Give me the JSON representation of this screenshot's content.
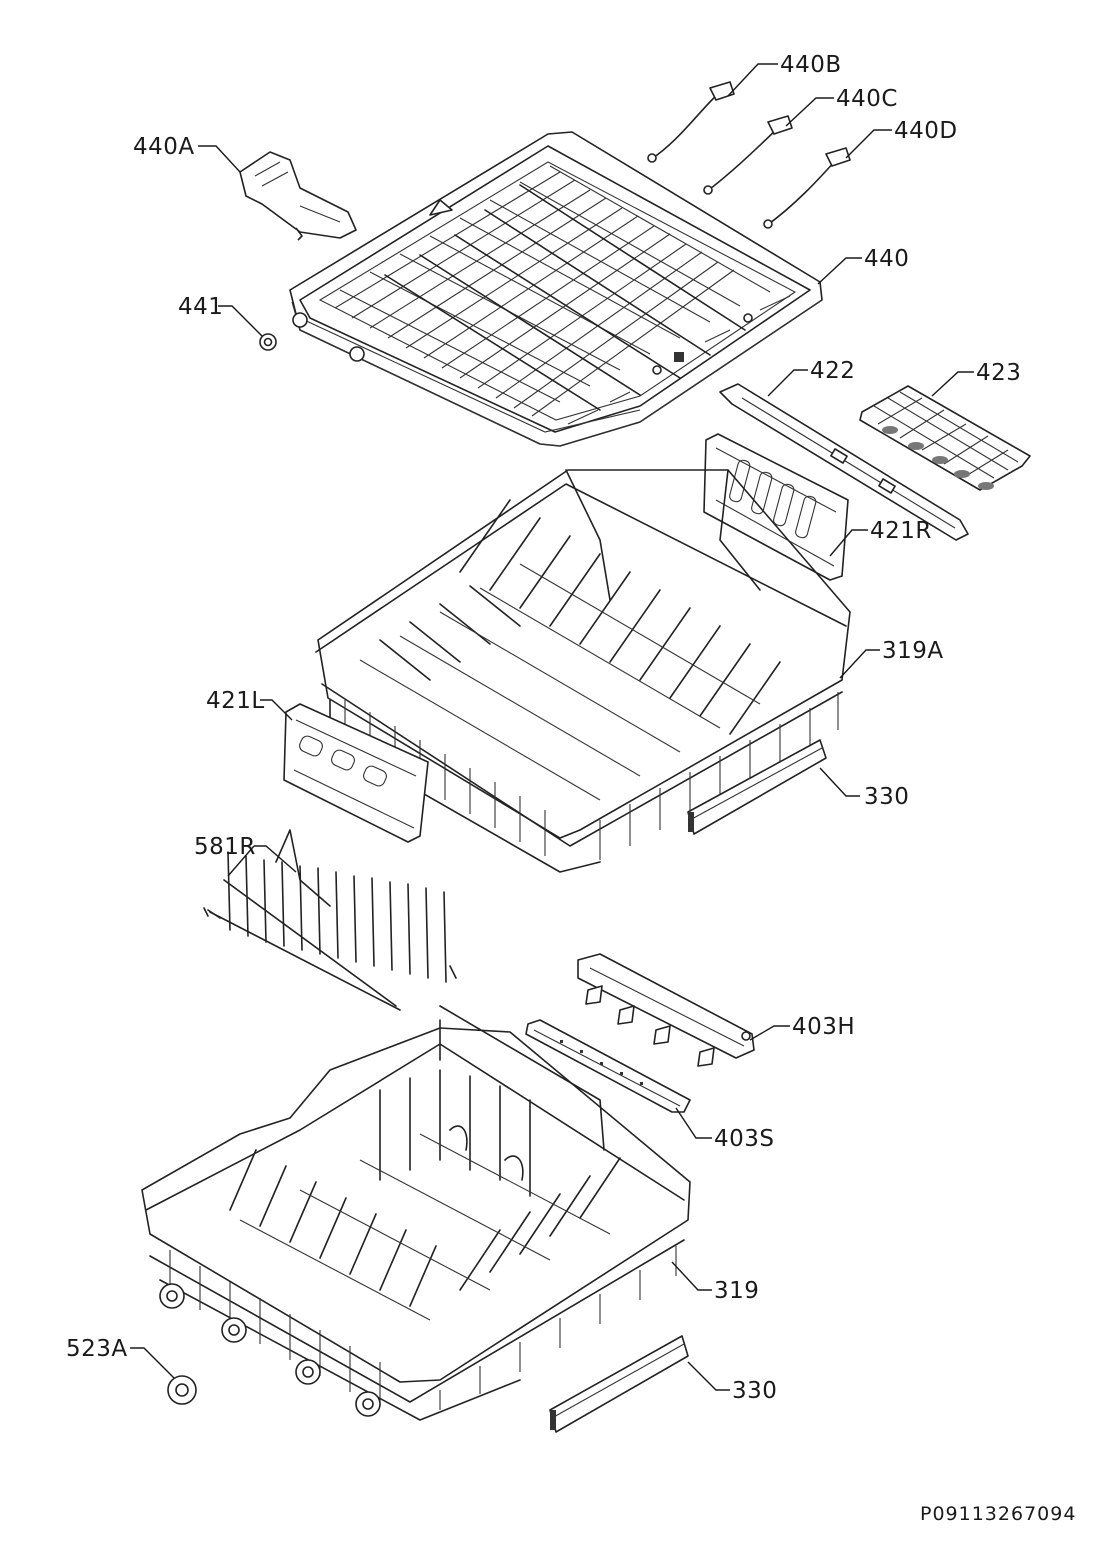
{
  "document": {
    "code": "P09113267094"
  },
  "parts": [
    {
      "id": "440B"
    },
    {
      "id": "440C"
    },
    {
      "id": "440D"
    },
    {
      "id": "440A"
    },
    {
      "id": "440"
    },
    {
      "id": "441"
    },
    {
      "id": "422"
    },
    {
      "id": "423"
    },
    {
      "id": "421R"
    },
    {
      "id": "319A"
    },
    {
      "id": "421L"
    },
    {
      "id": "330"
    },
    {
      "id": "581R"
    },
    {
      "id": "403H"
    },
    {
      "id": "403S"
    },
    {
      "id": "319"
    },
    {
      "id": "523A"
    },
    {
      "id": "330"
    }
  ]
}
